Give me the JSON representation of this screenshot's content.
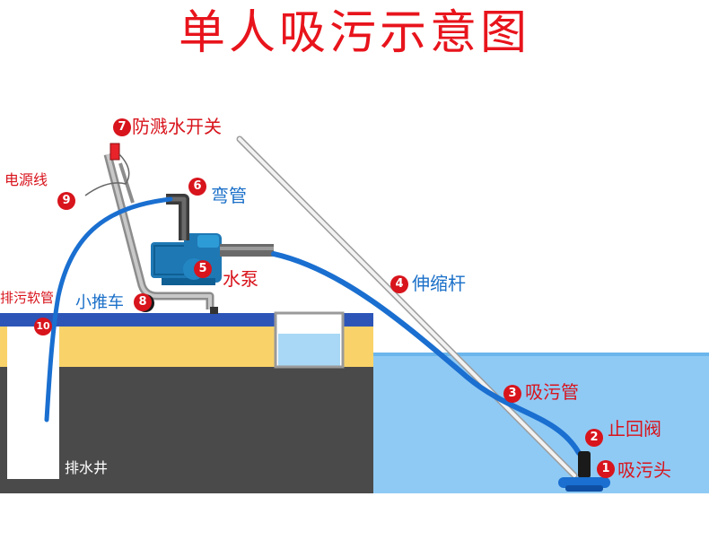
{
  "title": "单人吸污示意图",
  "labels": {
    "splash_switch": {
      "num": "7",
      "text": "防溅水开关"
    },
    "power_cord": {
      "num": "9",
      "text": "电源线"
    },
    "elbow": {
      "num": "6",
      "text": "弯管"
    },
    "pump": {
      "num": "5",
      "text": "水泵"
    },
    "cart": {
      "num": "8",
      "text": "小推车"
    },
    "discharge_hose": {
      "num": "10",
      "text": "排污软管"
    },
    "telescopic_pole": {
      "num": "4",
      "text": "伸缩杆"
    },
    "suction_hose": {
      "num": "3",
      "text": "吸污管"
    },
    "check_valve": {
      "num": "2",
      "text": "止回阀"
    },
    "suction_head": {
      "num": "1",
      "text": "吸污头"
    },
    "drain_well": {
      "text": "排水井"
    }
  },
  "colors": {
    "title": "#e8141c",
    "label_red": "#d8141c",
    "label_blue": "#1a6fc8",
    "hose": "#1a6fd0",
    "water": "#8fcaf5",
    "ground_dark": "#4a4a4a",
    "ground_yellow": "#f9d36a",
    "ground_top": "#2d55b8",
    "pump": "#1e78b4"
  }
}
